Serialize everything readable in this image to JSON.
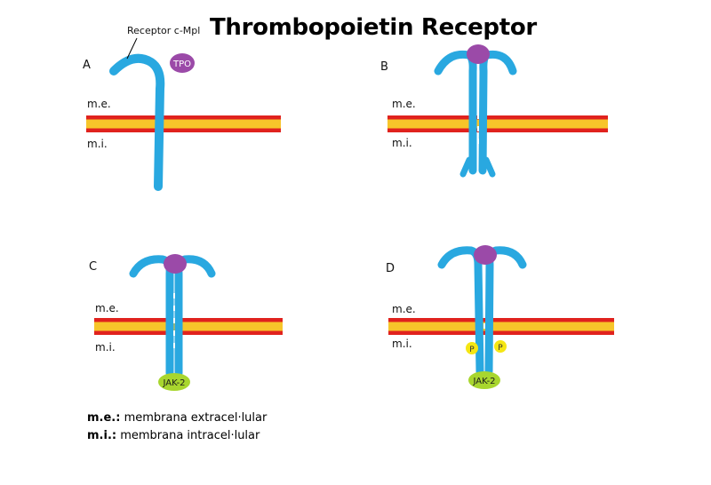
{
  "title": "Thrombopoietin Receptor",
  "receptor_label": "Receptor c-Mpl",
  "ligand_label": "TPO",
  "panels": [
    {
      "letter": "A",
      "me": "m.e.",
      "mi": "m.i."
    },
    {
      "letter": "B",
      "me": "m.e.",
      "mi": "m.i."
    },
    {
      "letter": "C",
      "me": "m.e.",
      "mi": "m.i.",
      "kinase": "JAK-2"
    },
    {
      "letter": "D",
      "me": "m.e.",
      "mi": "m.i.",
      "kinase": "JAK-2",
      "phospho": [
        "P",
        "P"
      ]
    }
  ],
  "legend": [
    {
      "abbr": "m.e.:",
      "text": " membrana extracel·lular"
    },
    {
      "abbr": "m.i.:",
      "text": " membrana intracel·lular"
    }
  ],
  "colors": {
    "receptor": "#29a8e0",
    "tpo": "#9b4aa8",
    "membrane_outer": "#e0221e",
    "membrane_inner": "#f7c52a",
    "jak2": "#a8d62e",
    "phospho": "#f5e614"
  }
}
